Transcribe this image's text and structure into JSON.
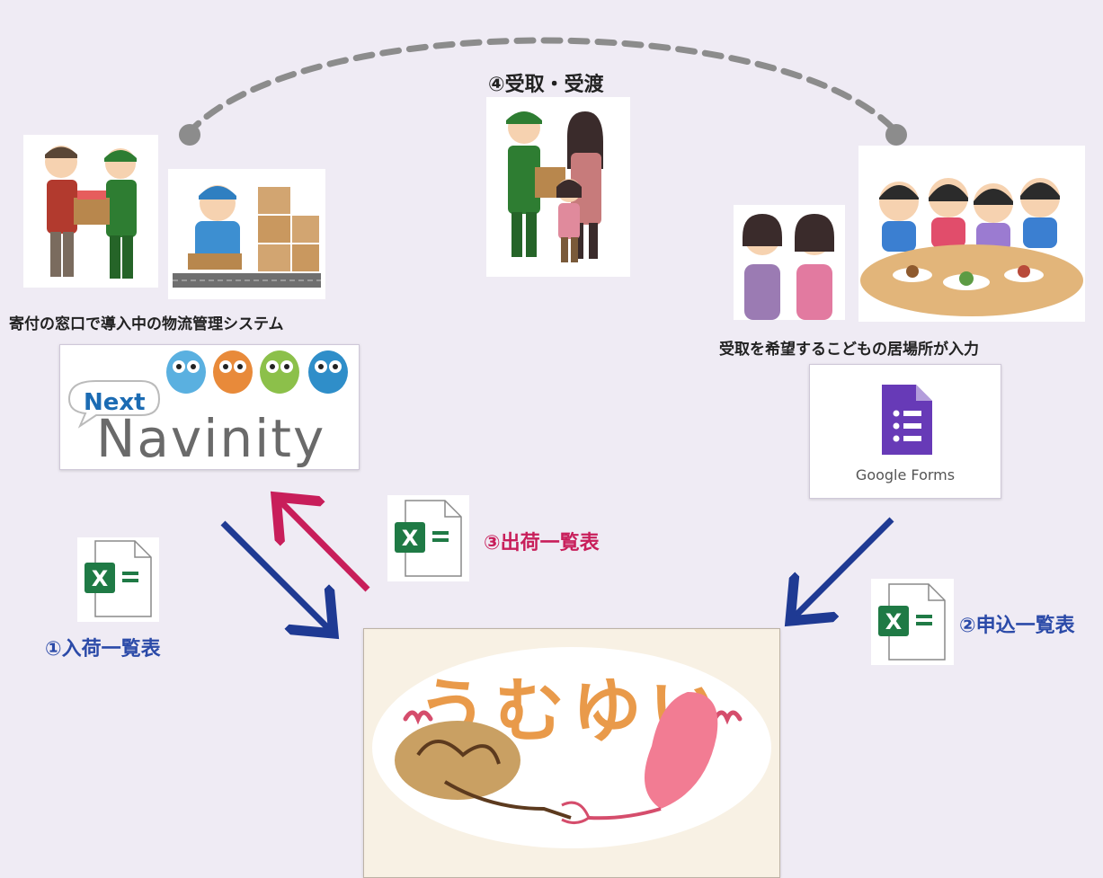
{
  "steps": {
    "step4": "④受取・受渡",
    "step3": "③出荷一覧表",
    "step2": "②申込一覧表",
    "step1": "①入荷一覧表"
  },
  "captions": {
    "logistics": "寄付の窓口で導入中の物流管理システム",
    "requests": "受取を希望するこどもの居場所が入力"
  },
  "logos": {
    "navinity_prefix": "Next",
    "navinity_name": "Navinity",
    "google_forms": "Google Forms",
    "umuyui": "うむゆい"
  },
  "icons": {
    "excel_letter": "X"
  },
  "colors": {
    "background": "#efebf4",
    "blue_arrow": "#1f3a93",
    "red_arrow": "#c81e5a",
    "step_blue": "#2b4aa8",
    "step_red": "#c81e5a",
    "excel_green": "#1f7a45",
    "forms_purple": "#673ab7"
  }
}
